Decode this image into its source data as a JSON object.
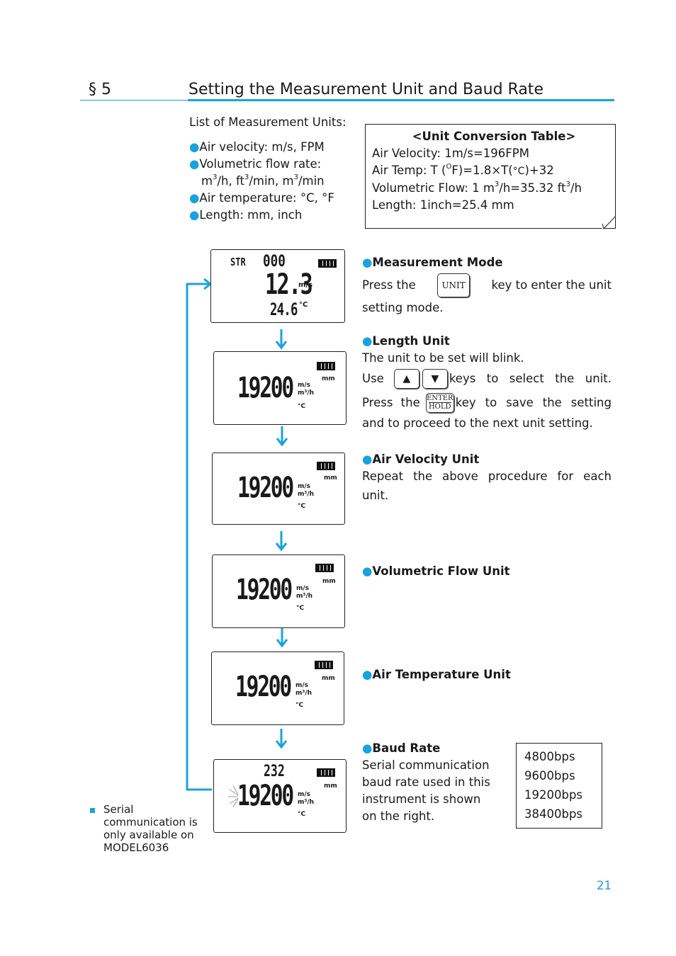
{
  "header": {
    "section": "§ 5",
    "title": "Setting the Measurement Unit and Baud Rate"
  },
  "units": {
    "heading": "List of Measurement Units:",
    "bullet": "●",
    "velocity": "Air velocity: m/s, FPM",
    "flow": "Volumetric flow rate:",
    "flow_units": [
      "m",
      "3",
      "/h, ft",
      "3",
      "/min, m",
      "3",
      "/min"
    ],
    "temperature": "Air temperature: °C, °F",
    "length": "Length: mm, inch"
  },
  "conversion": {
    "title": "<Unit Conversion Table>",
    "velocity": "Air Velocity: 1m/s=196FPM",
    "temp": [
      "Air Temp: T (",
      "O",
      "F)=1.8×T(",
      "°C",
      ")+32"
    ],
    "flow": [
      "Volumetric Flow: 1 m",
      "3",
      "/h=35.32 ft",
      "3",
      "/h"
    ],
    "length": "Length: 1inch=25.4 mm"
  },
  "lcd": {
    "str": "STR",
    "top_digits": "000",
    "velocity": "12.3",
    "velocity_unit": "m/s",
    "temp": "24.6",
    "temp_unit": "°C",
    "baud": "19200",
    "u_ms": "m/s",
    "u_m3h": "m³/h",
    "u_c": "°C",
    "u_mm": "mm",
    "rs": "232"
  },
  "steps": {
    "mode_title": "Measurement Mode",
    "mode_text1": "Press the",
    "unit_key": "UNIT",
    "mode_text2": "key to enter the unit",
    "mode_text3": "setting mode.",
    "length_title": "Length Unit",
    "length_text1": "The unit to be set will blink.",
    "use": "Use",
    "up_key": "▲",
    "down_key": "▼",
    "keys_text": "keys to select the unit.",
    "press_the": "Press the",
    "enter_key": "ENTER",
    "hold_key": "HOLD",
    "save_text": "key to save the setting",
    "proceed_text": "and to proceed to the next unit setting.",
    "velocity_title": "Air Velocity Unit",
    "velocity_text1": "Repeat the above procedure for each",
    "velocity_text2": "unit.",
    "flow_title": "Volumetric Flow Unit",
    "temp_title": "Air Temperature Unit",
    "baud_title": "Baud Rate",
    "baud_text": [
      "Serial communication",
      "baud rate used in this",
      "instrument is shown",
      "on the right."
    ]
  },
  "baud_rates": [
    "4800bps",
    "9600bps",
    "19200bps",
    "38400bps"
  ],
  "note": {
    "bullet": "■",
    "text": "Serial communication is only available on MODEL6036"
  },
  "page_number": "21",
  "colors": {
    "accent": "#19a3de"
  }
}
